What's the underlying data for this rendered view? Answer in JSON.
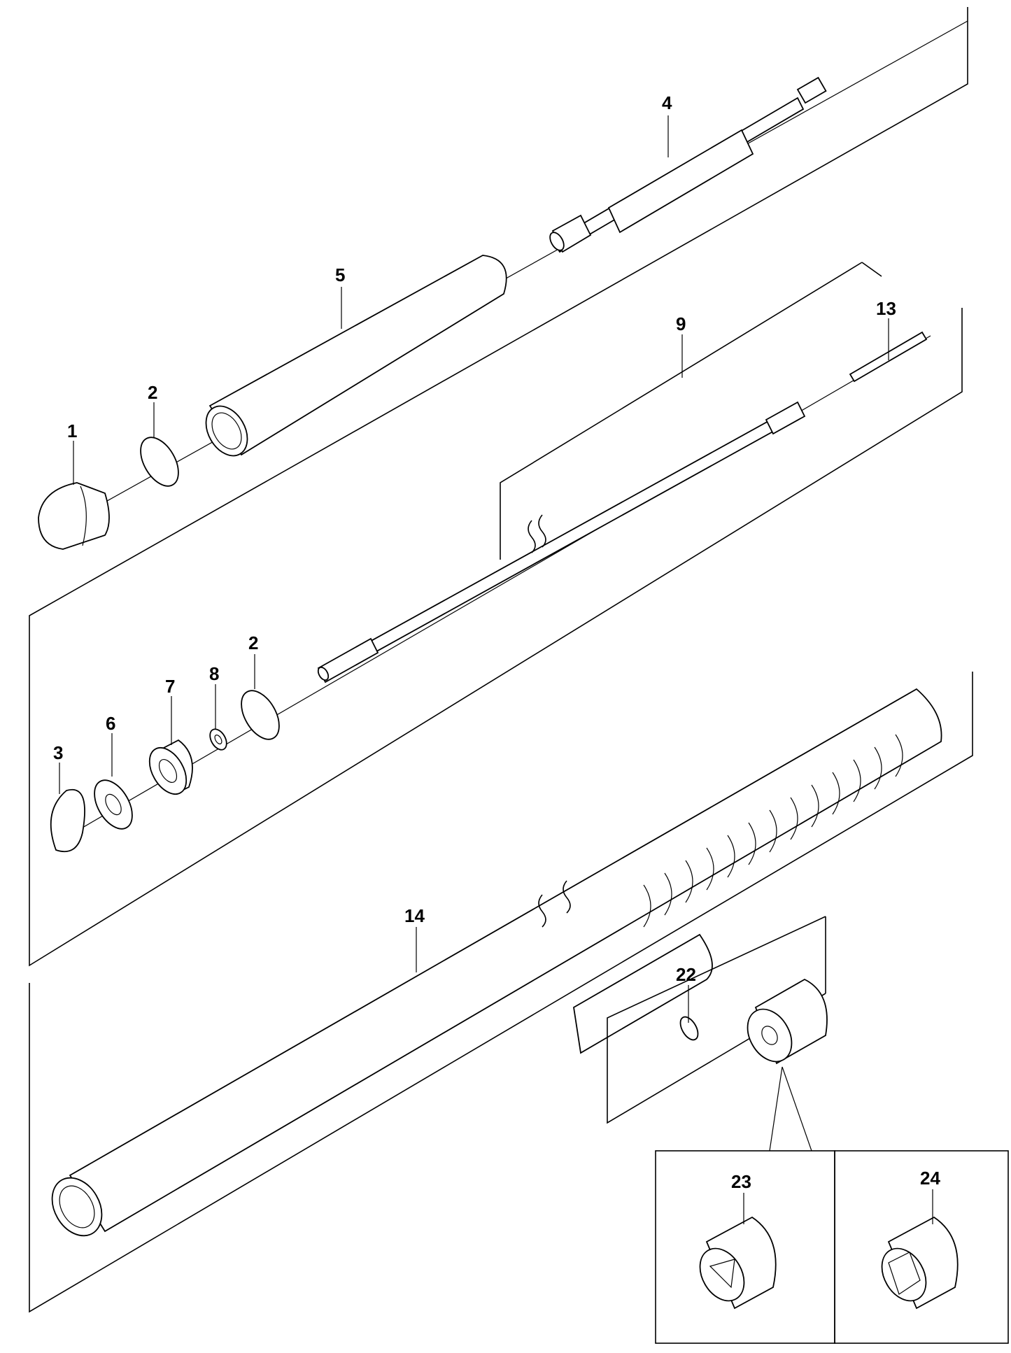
{
  "callouts": {
    "p1": "1",
    "p2a": "2",
    "p2b": "2",
    "p3": "3",
    "p4": "4",
    "p5": "5",
    "p6": "6",
    "p7": "7",
    "p8": "8",
    "p9": "9",
    "p13": "13",
    "p14": "14",
    "p22": "22",
    "p23": "23",
    "p24": "24"
  },
  "colors": {
    "line": "#000000",
    "background": "#ffffff"
  }
}
